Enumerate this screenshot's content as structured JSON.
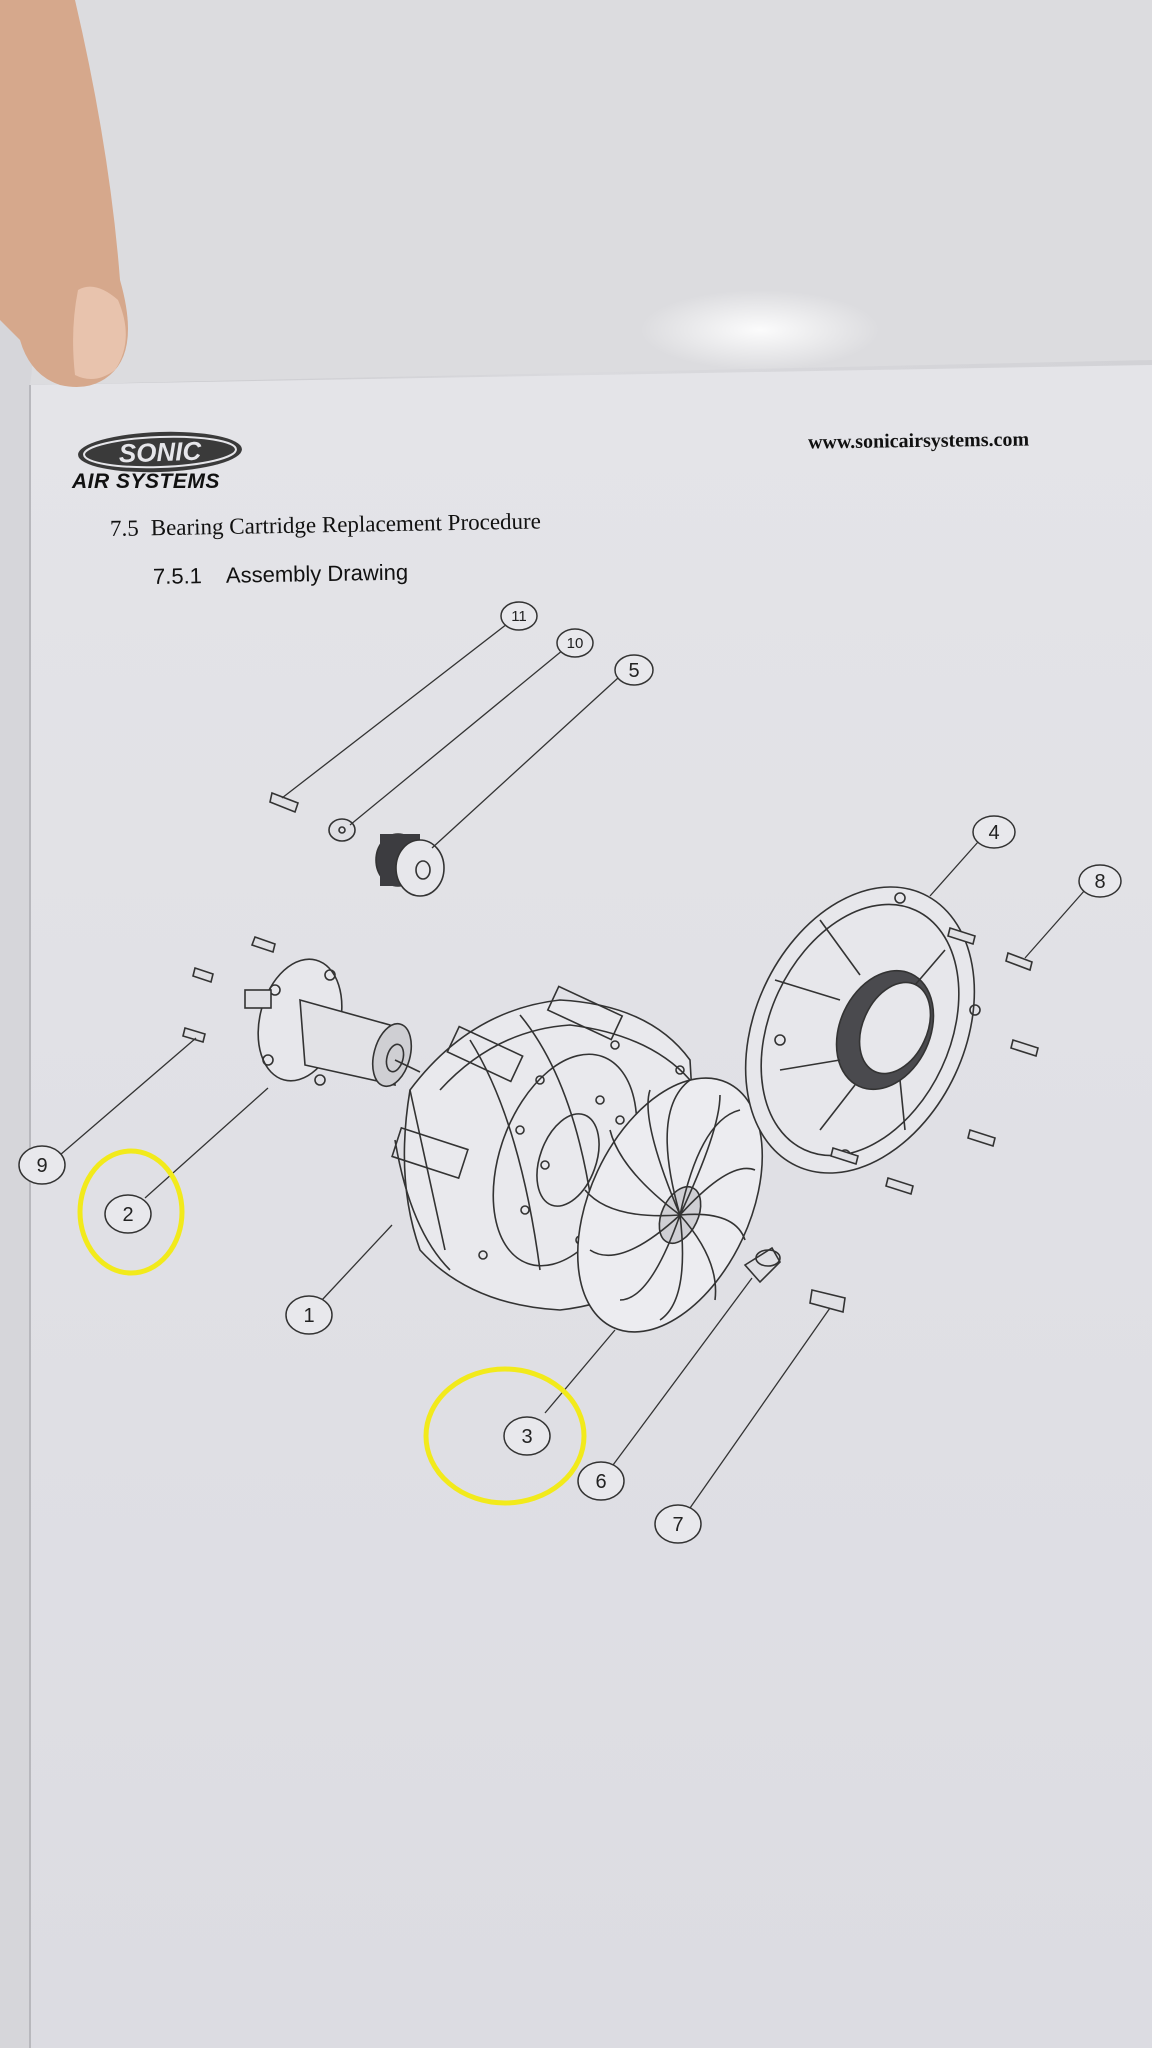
{
  "logo": {
    "brand": "SONIC",
    "sub": "AIR SYSTEMS"
  },
  "header": {
    "url": "www.sonicairsystems.com"
  },
  "heading": {
    "section_number": "7.5",
    "section_title": "Bearing Cartridge Replacement Procedure",
    "subsection_number": "7.5.1",
    "subsection_title": "Assembly Drawing"
  },
  "callouts": [
    "1",
    "2",
    "3",
    "4",
    "5",
    "6",
    "7",
    "8",
    "9",
    "10",
    "11"
  ],
  "highlighted_callouts": [
    "2",
    "3"
  ],
  "colors": {
    "highlight": "#f2ea1b",
    "ink": "#222222",
    "paper": "#e6e6ea"
  }
}
